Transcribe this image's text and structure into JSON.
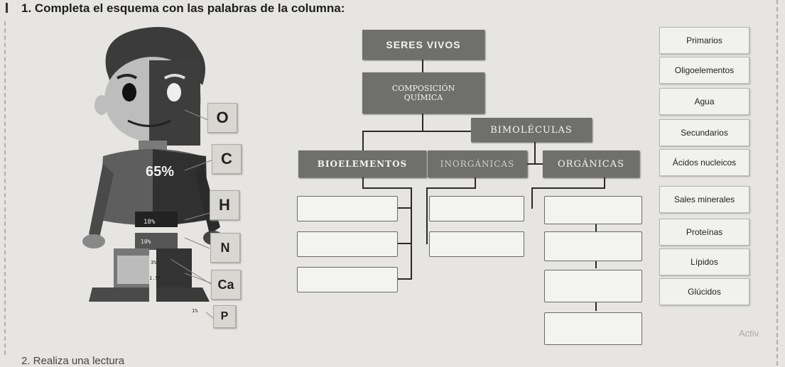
{
  "instruction": "1. Completa el esquema con las palabras de la columna:",
  "figure": {
    "percentages": [
      "65%",
      "18%",
      "10%",
      "3%",
      "1.5%",
      "1%"
    ]
  },
  "elements": [
    "O",
    "C",
    "H",
    "N",
    "Ca",
    "P"
  ],
  "scheme": {
    "root": "SERES VIVOS",
    "composition": "COMPOSICIÓN QUÍMICA",
    "biomolecules": "BIMOLÉCULAS",
    "bioelements": "BIOELEMENTOS",
    "inorganic": "INORGÁNICAS",
    "organic": "ORGÁNICAS"
  },
  "word_column": [
    "Primarios",
    "Oligoelementos",
    "Agua",
    "Secundarios",
    "Ácidos nucleicos",
    "Sales minerales",
    "Proteínas",
    "Lípidos",
    "Glúcidos"
  ],
  "watermark": "Activ",
  "footer_text": "2. Realiza una lectura"
}
